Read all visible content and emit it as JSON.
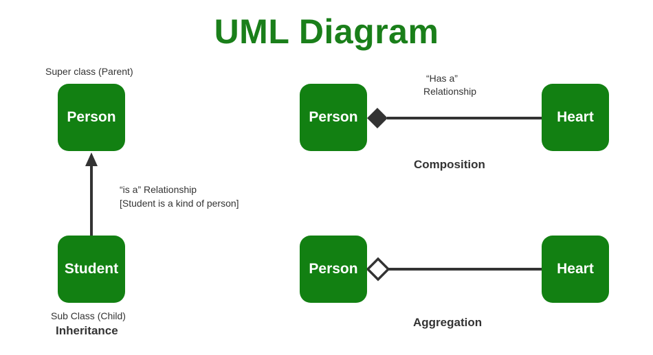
{
  "title": "UML Diagram",
  "colors": {
    "node_fill": "#128012",
    "title_color": "#1a7f1a",
    "line_color": "#333333"
  },
  "inheritance": {
    "parent_caption": "Super class (Parent)",
    "parent_node": "Person",
    "relationship_line1": "“is a” Relationship",
    "relationship_line2": "[Student is a kind of person]",
    "child_node": "Student",
    "child_caption": "Sub Class (Child)",
    "caption": "Inheritance"
  },
  "composition": {
    "relationship_line1": "“Has a”",
    "relationship_line2": "Relationship",
    "left_node": "Person",
    "right_node": "Heart",
    "caption": "Composition"
  },
  "aggregation": {
    "left_node": "Person",
    "right_node": "Heart",
    "caption": "Aggregation"
  }
}
